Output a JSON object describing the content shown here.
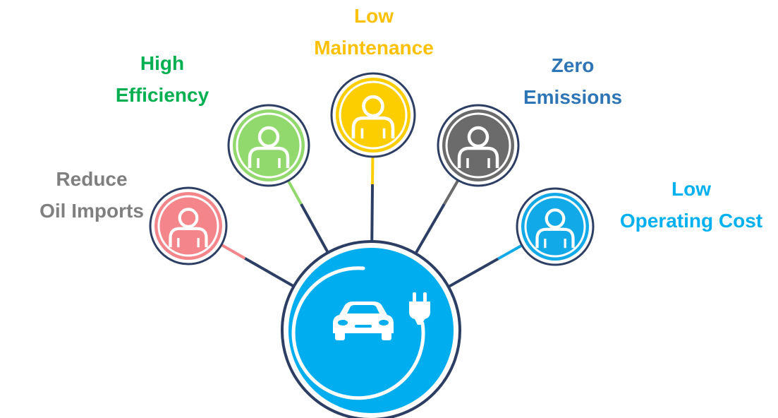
{
  "hub": {
    "icon": "ev-car-plug-icon",
    "color": "#00adef",
    "ring_color": "#2c3e63",
    "icon_color": "#ffffff"
  },
  "benefits": [
    {
      "lines": [
        "Reduce",
        "Oil Imports"
      ],
      "color": "#7f7f7f",
      "circle_color": "#f4868b",
      "icon": "person-icon"
    },
    {
      "lines": [
        "High",
        "Efficiency"
      ],
      "color": "#00b050",
      "circle_color": "#92d96d",
      "icon": "person-icon"
    },
    {
      "lines": [
        "Low",
        "Maintenance"
      ],
      "color": "#ffc000",
      "circle_color": "#fcce00",
      "icon": "person-icon"
    },
    {
      "lines": [
        "Zero",
        "Emissions"
      ],
      "color": "#2e75b6",
      "circle_color": "#6b6b6b",
      "icon": "person-icon"
    },
    {
      "lines": [
        "Low",
        "Operating Cost"
      ],
      "color": "#00b0f0",
      "circle_color": "#12a9e8",
      "icon": "person-icon"
    }
  ]
}
